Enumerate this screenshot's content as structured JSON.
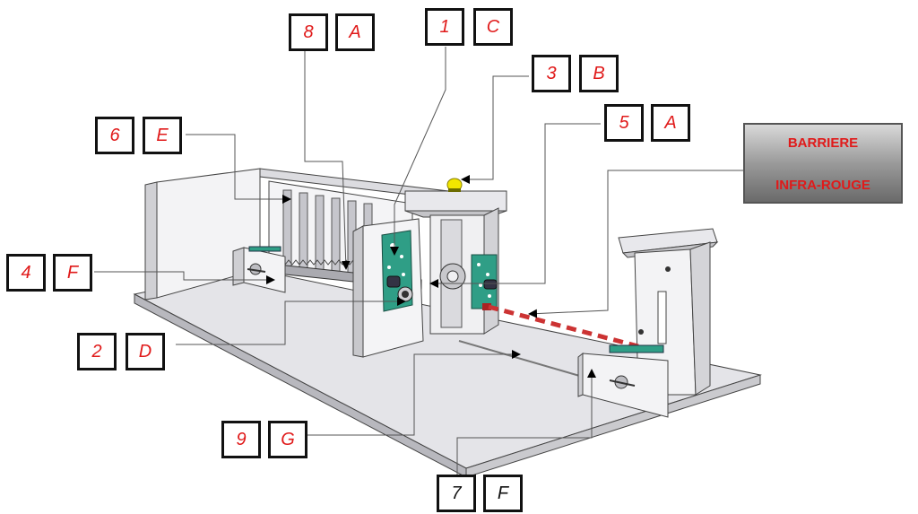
{
  "labels": [
    {
      "num": "1",
      "letter": "C"
    },
    {
      "num": "2",
      "letter": "D"
    },
    {
      "num": "3",
      "letter": "B"
    },
    {
      "num": "4",
      "letter": "F"
    },
    {
      "num": "5",
      "letter": "A"
    },
    {
      "num": "6",
      "letter": "E"
    },
    {
      "num": "7",
      "letter": "F"
    },
    {
      "num": "8",
      "letter": "A"
    },
    {
      "num": "9",
      "letter": "G"
    }
  ],
  "barrier": {
    "line1": "BARRIERE",
    "line2": "INFRA-ROUGE"
  },
  "colors": {
    "label_text": "#e01a1a",
    "beam": "#cc3333",
    "pcb": "#2f9e86",
    "lamp": "#f2e600"
  }
}
